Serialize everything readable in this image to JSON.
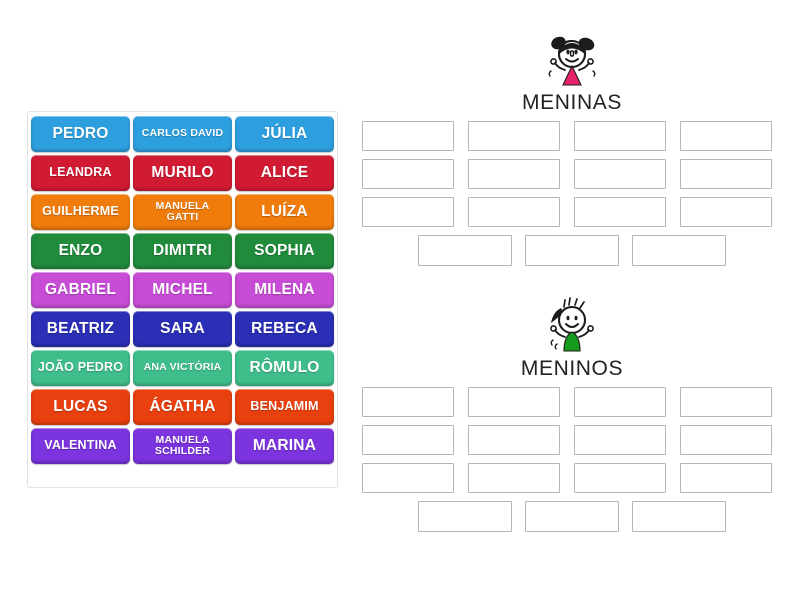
{
  "tile_bank": {
    "name": "word-tile-bank",
    "columns": 3,
    "tiles": [
      {
        "label": "PEDRO",
        "color": "#2E9FDE",
        "size": "lg",
        "lines": 1
      },
      {
        "label": "CARLOS DAVID",
        "color": "#2E9FDE",
        "size": "sm",
        "lines": 1
      },
      {
        "label": "JÚLIA",
        "color": "#2E9FDE",
        "size": "lg",
        "lines": 1
      },
      {
        "label": "LEANDRA",
        "color": "#D01B33",
        "size": "md",
        "lines": 1
      },
      {
        "label": "MURILO",
        "color": "#D01B33",
        "size": "lg",
        "lines": 1
      },
      {
        "label": "ALICE",
        "color": "#D01B33",
        "size": "lg",
        "lines": 1
      },
      {
        "label": "GUILHERME",
        "color": "#F07C0C",
        "size": "md",
        "lines": 1
      },
      {
        "label": "MANUELA\nGATTI",
        "color": "#F07C0C",
        "size": "sm",
        "lines": 2
      },
      {
        "label": "LUÍZA",
        "color": "#F07C0C",
        "size": "lg",
        "lines": 1
      },
      {
        "label": "ENZO",
        "color": "#218B3C",
        "size": "lg",
        "lines": 1
      },
      {
        "label": "DIMITRI",
        "color": "#218B3C",
        "size": "lg",
        "lines": 1
      },
      {
        "label": "SOPHIA",
        "color": "#218B3C",
        "size": "lg",
        "lines": 1
      },
      {
        "label": "GABRIEL",
        "color": "#C74CD6",
        "size": "lg",
        "lines": 1
      },
      {
        "label": "MICHEL",
        "color": "#C74CD6",
        "size": "lg",
        "lines": 1
      },
      {
        "label": "MILENA",
        "color": "#C74CD6",
        "size": "lg",
        "lines": 1
      },
      {
        "label": "BEATRIZ",
        "color": "#2A2FB5",
        "size": "lg",
        "lines": 1
      },
      {
        "label": "SARA",
        "color": "#2A2FB5",
        "size": "lg",
        "lines": 1
      },
      {
        "label": "REBECA",
        "color": "#2A2FB5",
        "size": "lg",
        "lines": 1
      },
      {
        "label": "JOÃO PEDRO",
        "color": "#3FBE8C",
        "size": "md",
        "lines": 1
      },
      {
        "label": "ANA VICTÓRIA",
        "color": "#3FBE8C",
        "size": "sm",
        "lines": 1
      },
      {
        "label": "RÔMULO",
        "color": "#3FBE8C",
        "size": "lg",
        "lines": 1
      },
      {
        "label": "LUCAS",
        "color": "#E8400E",
        "size": "lg",
        "lines": 1
      },
      {
        "label": "ÁGATHA",
        "color": "#E8400E",
        "size": "lg",
        "lines": 1
      },
      {
        "label": "BENJAMIM",
        "color": "#E8400E",
        "size": "md",
        "lines": 1
      },
      {
        "label": "VALENTINA",
        "color": "#7B34DE",
        "size": "md",
        "lines": 1
      },
      {
        "label": "MANUELA\nSCHILDER",
        "color": "#7B34DE",
        "size": "sm",
        "lines": 2
      },
      {
        "label": "MARINA",
        "color": "#7B34DE",
        "size": "lg",
        "lines": 1
      }
    ]
  },
  "zones": [
    {
      "id": "meninas",
      "title": "MENINAS",
      "icon": "girl-figure-icon",
      "icon_accent": "#E8216B",
      "slot_rows": [
        4,
        4,
        4,
        3
      ]
    },
    {
      "id": "meninos",
      "title": "MENINOS",
      "icon": "boy-figure-icon",
      "icon_accent": "#169B1E",
      "slot_rows": [
        4,
        4,
        4,
        3
      ]
    }
  ],
  "colors": {
    "slot_border": "#b6b6b6",
    "bank_border": "#e2e2e2",
    "title_text": "#222222",
    "page_background": "#ffffff"
  }
}
